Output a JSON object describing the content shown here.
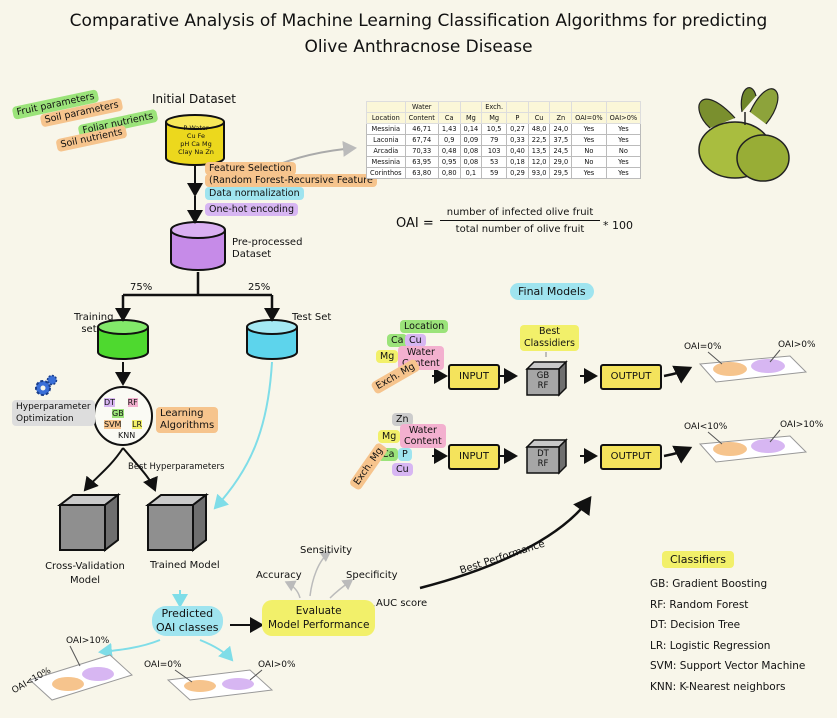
{
  "title": {
    "line1": "Comparative Analysis of Machine Learning Classification Algorithms for predicting",
    "line2": "Olive Anthracnose Disease"
  },
  "initial_dataset": {
    "label": "Initial Dataset",
    "input_tags": [
      "Fruit parameters",
      "Soil parameters",
      "Foliar nutrients",
      "Soil nutrients"
    ],
    "cylinder_text": [
      "P",
      "Water",
      "Cu",
      "Fe",
      "pH",
      "Ca",
      "Mg",
      "Clay",
      "Na",
      "Zn"
    ]
  },
  "preprocessing_steps": [
    "Feature Selection",
    "(Random Forest-Recursive Feature",
    "Data normalization",
    "One-hot encoding"
  ],
  "dataset_table": {
    "group_headers": [
      "Water",
      "Exch."
    ],
    "columns": [
      "Location",
      "Content",
      "Ca",
      "Mg",
      "Mg",
      "P",
      "Cu",
      "Zn",
      "OAI=0%",
      "OAI>0%"
    ],
    "rows": [
      [
        "Messinia",
        "46,71",
        "1,43",
        "0,14",
        "10,5",
        "0,27",
        "48,0",
        "24,0",
        "Yes",
        "Yes"
      ],
      [
        "Laconia",
        "67,74",
        "0,9",
        "0,09",
        "79",
        "0,33",
        "22,5",
        "37,5",
        "Yes",
        "Yes"
      ],
      [
        "Arcadia",
        "70,33",
        "0,48",
        "0,08",
        "103",
        "0,40",
        "13,5",
        "24,5",
        "No",
        "No"
      ],
      [
        "Messinia",
        "63,95",
        "0,95",
        "0,08",
        "53",
        "0,18",
        "12,0",
        "29,0",
        "No",
        "Yes"
      ],
      [
        "Corinthos",
        "63,80",
        "0,80",
        "0,1",
        "59",
        "0,29",
        "93,0",
        "29,5",
        "Yes",
        "Yes"
      ]
    ]
  },
  "oai_formula": {
    "lhs": "OAI =",
    "numerator": "number of infected olive fruit",
    "denominator": "total number of olive fruit",
    "multiplier": "* 100"
  },
  "preprocessed": {
    "label_line1": "Pre-processed",
    "label_line2": "Dataset"
  },
  "split": {
    "train_pct": "75%",
    "test_pct": "25%"
  },
  "training_set": {
    "line1": "Training",
    "line2": "set"
  },
  "test_set": "Test Set",
  "hyperparameter": {
    "line1": "Hyperparameter",
    "line2": "Optimization"
  },
  "algorithms": {
    "inner": [
      "DT",
      "RF",
      "GB",
      "SVM",
      "LR",
      "KNN"
    ],
    "label_line1": "Learning",
    "label_line2": "Algorithms"
  },
  "best_hyperparameters": "Best Hyperparameters",
  "cv_model": {
    "line1": "Cross-Validation",
    "line2": "Model"
  },
  "trained_model": "Trained Model",
  "predicted": {
    "line1": "Predicted",
    "line2": "OAI classes"
  },
  "evaluate": {
    "line1": "Evaluate",
    "line2": "Model Performance"
  },
  "metrics": [
    "Sensitivity",
    "Accuracy",
    "Specificity",
    "AUC score"
  ],
  "best_performance": "Best Performance",
  "final_models": {
    "title": "Final Models",
    "best_classifiers_line1": "Best",
    "best_classifiers_line2": "Classidiers",
    "model1": {
      "features": [
        "Location",
        "Ca",
        "Cu",
        "Mg",
        "Water",
        "Content",
        "Exch. Mg"
      ],
      "input": "INPUT",
      "model_line1": "GB",
      "model_line2": "RF",
      "output": "OUTPUT",
      "class_a": "OAI=0%",
      "class_b": "OAI>0%"
    },
    "model2": {
      "features": [
        "Zn",
        "Mg",
        "Water",
        "Content",
        "Ca",
        "P",
        "Cu",
        "Exch. Mg"
      ],
      "input": "INPUT",
      "model_line1": "DT",
      "model_line2": "RF",
      "output": "OUTPUT",
      "class_a": "OAI<10%",
      "class_b": "OAI>10%"
    }
  },
  "bottom_classes": {
    "left_a": "OAI<10%",
    "left_b": "OAI>10%",
    "right_a": "OAI=0%",
    "right_b": "OAI>0%"
  },
  "classifiers_legend": {
    "title": "Classifiers",
    "items": [
      "GB: Gradient Boosting",
      "RF: Random Forest",
      "DT: Decision Tree",
      "LR: Logistic Regression",
      "SVM: Support Vector Machine",
      "KNN: K-Nearest neighbors"
    ]
  },
  "colors": {
    "yellow": "#f4e35c",
    "green": "#5fdc3e",
    "purple": "#c98ee8",
    "cyan": "#6fd6ea",
    "cube_gray": "#8f8f8f",
    "background": "#f8f6ea"
  }
}
